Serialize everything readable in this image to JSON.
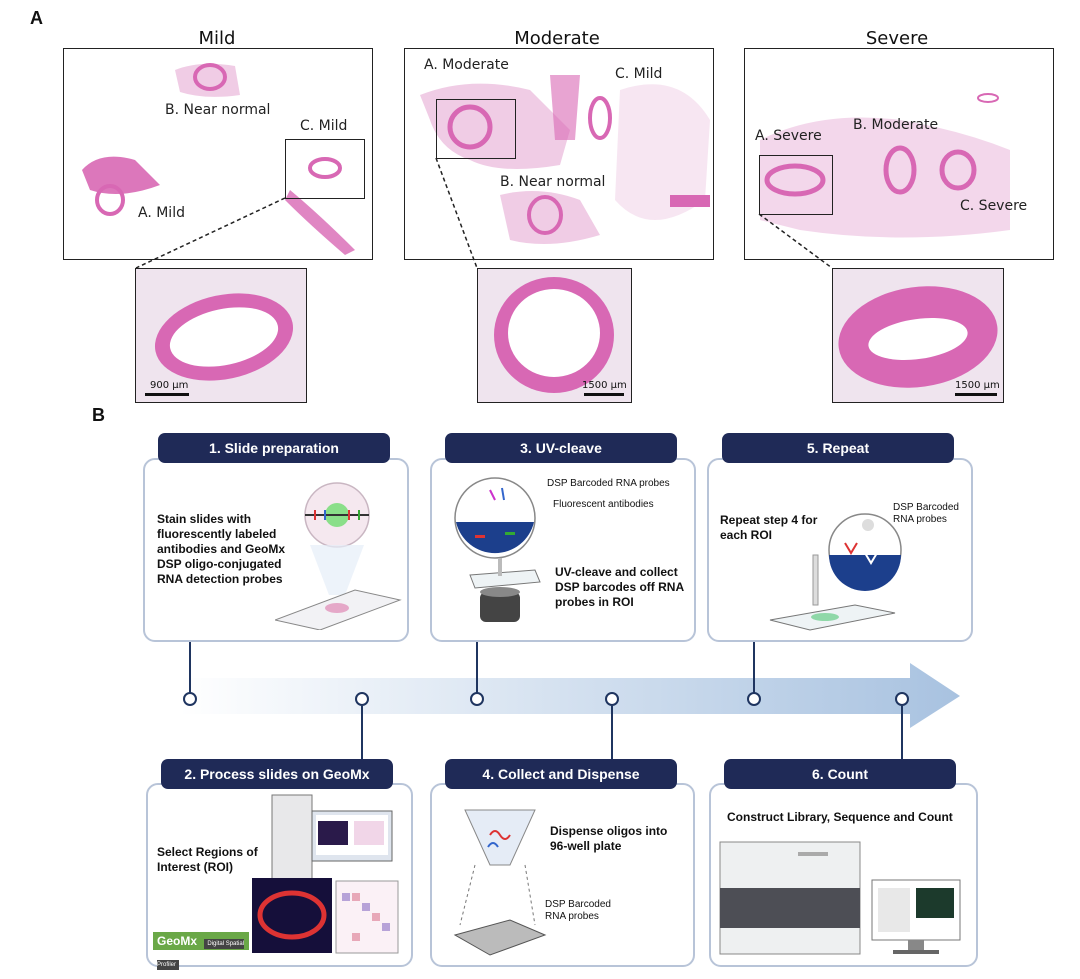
{
  "panel_a": {
    "letter": "A",
    "columns": [
      {
        "title": "Mild",
        "labels": {
          "a": "A. Mild",
          "b": "B. Near normal",
          "c": "C. Mild"
        },
        "scale": "900 µm"
      },
      {
        "title": "Moderate",
        "labels": {
          "a": "A. Moderate",
          "b": "B. Near normal",
          "c": "C. Mild"
        },
        "scale": "1500 µm"
      },
      {
        "title": "Severe",
        "labels": {
          "a": "A. Severe",
          "b": "B. Moderate",
          "c": "C. Severe"
        },
        "scale": "1500 µm"
      }
    ]
  },
  "panel_b": {
    "letter": "B",
    "steps": [
      {
        "title": "1. Slide preparation",
        "text": "Stain slides with fluorescently labeled antibodies and GeoMx DSP oligo-conjugated RNA detection probes"
      },
      {
        "title": "2. Process slides on GeoMx",
        "text": "Select Regions of Interest (ROI)",
        "logo": "GeoMx",
        "logo_sub": "Digital Spatial Profiler"
      },
      {
        "title": "3. UV-cleave",
        "text": "UV-cleave and collect DSP barcodes off RNA probes in ROI",
        "label1": "DSP Barcoded RNA probes",
        "label2": "Fluorescent antibodies"
      },
      {
        "title": "4. Collect and Dispense",
        "text": "Dispense oligos into 96-well plate",
        "label1": "DSP Barcoded RNA probes"
      },
      {
        "title": "5. Repeat",
        "text": "Repeat step 4 for each ROI",
        "label1": "DSP Barcoded RNA probes"
      },
      {
        "title": "6. Count",
        "text": "Construct Library, Sequence and Count"
      }
    ]
  },
  "colors": {
    "header": "#1f2a57",
    "box_border": "#b8c4d8",
    "stain": "#d868b4",
    "arrow": "#a8c2e0"
  }
}
